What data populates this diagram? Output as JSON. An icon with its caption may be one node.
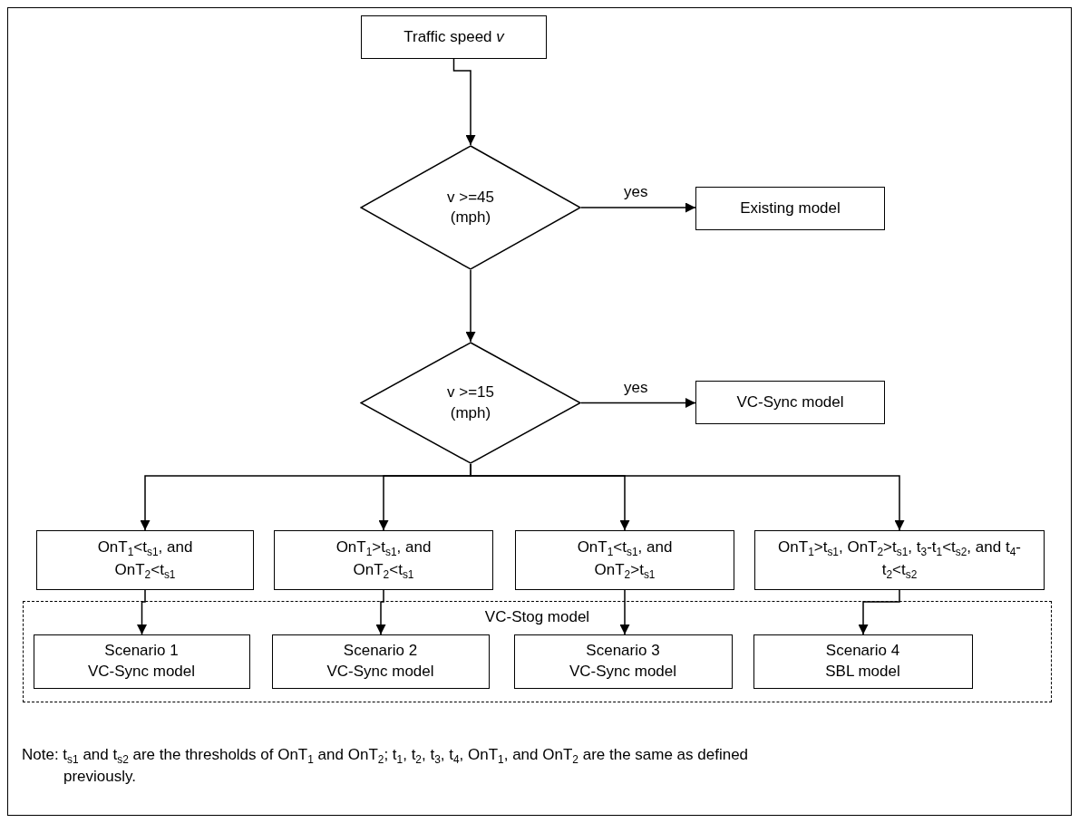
{
  "diagram": {
    "nodes": [
      {
        "text": [
          "Traffic speed *v*"
        ]
      },
      {
        "text": [
          "v >=45 (mph)"
        ]
      },
      {
        "text": [
          "Existing model"
        ]
      },
      {
        "text": [
          "v >=15 (mph)"
        ]
      },
      {
        "text": [
          "VC-Sync model"
        ]
      },
      {
        "text": [
          "OnT$_{1}$<t$_{s1}$, and OnT$_{2}$<t$_{s1}$"
        ]
      },
      {
        "text": [
          "OnT$_{1}$>t$_{s1}$, and OnT$_{2}$<t$_{s1}$"
        ]
      },
      {
        "text": [
          "OnT$_{1}$<t$_{s1}$, and OnT$_{2}$>t$_{s1}$"
        ]
      },
      {
        "text": [
          "OnT$_{1}$>t$_{s1}$, OnT$_{2}$>t$_{s1}$, t$_{3}$-t$_{1}$<t$_{s2}$, and t$_{4}$-t$_{2}$<t$_{s2}$"
        ]
      },
      {
        "text": [
          "VC-Stog model"
        ]
      },
      {
        "text": [
          "Scenario 1",
          "VC-Sync model"
        ],
        "in": 9
      },
      {
        "text": [
          "Scenario 2",
          "VC-Sync model"
        ],
        "in": 9
      },
      {
        "text": [
          "Scenario 3",
          "VC-Sync model"
        ],
        "in": 9
      },
      {
        "text": [
          "Scenario 4",
          "SBL model"
        ],
        "in": 9
      }
    ],
    "edges": [
      {
        "from": 0,
        "to": 1,
        "arrow": "to"
      },
      {
        "from": 1,
        "to": 2,
        "arrow": "to",
        "label": "yes"
      },
      {
        "from": 1,
        "to": 3,
        "arrow": "to"
      },
      {
        "from": 3,
        "to": 4,
        "arrow": "to",
        "label": "yes"
      },
      {
        "from": 3,
        "to": 5,
        "arrow": "to"
      },
      {
        "from": 3,
        "to": 6,
        "arrow": "to"
      },
      {
        "from": 3,
        "to": 7,
        "arrow": "to"
      },
      {
        "from": 3,
        "to": 8,
        "arrow": "to"
      },
      {
        "from": 5,
        "to": 10,
        "arrow": "to"
      },
      {
        "from": 6,
        "to": 11,
        "arrow": "to"
      },
      {
        "from": 7,
        "to": 12,
        "arrow": "to"
      },
      {
        "from": 8,
        "to": 13,
        "arrow": "to"
      }
    ],
    "labels": [
      "Note: t$_{s1}$ and t$_{s2}$ are the thresholds of OnT$_{1}$ and OnT$_{2}$; t$_{1}$, t$_{2}$, t$_{3}$, t$_{4}$, OnT$_{1}$, and OnT$_{2}$ are the same as defined previously."
    ]
  }
}
